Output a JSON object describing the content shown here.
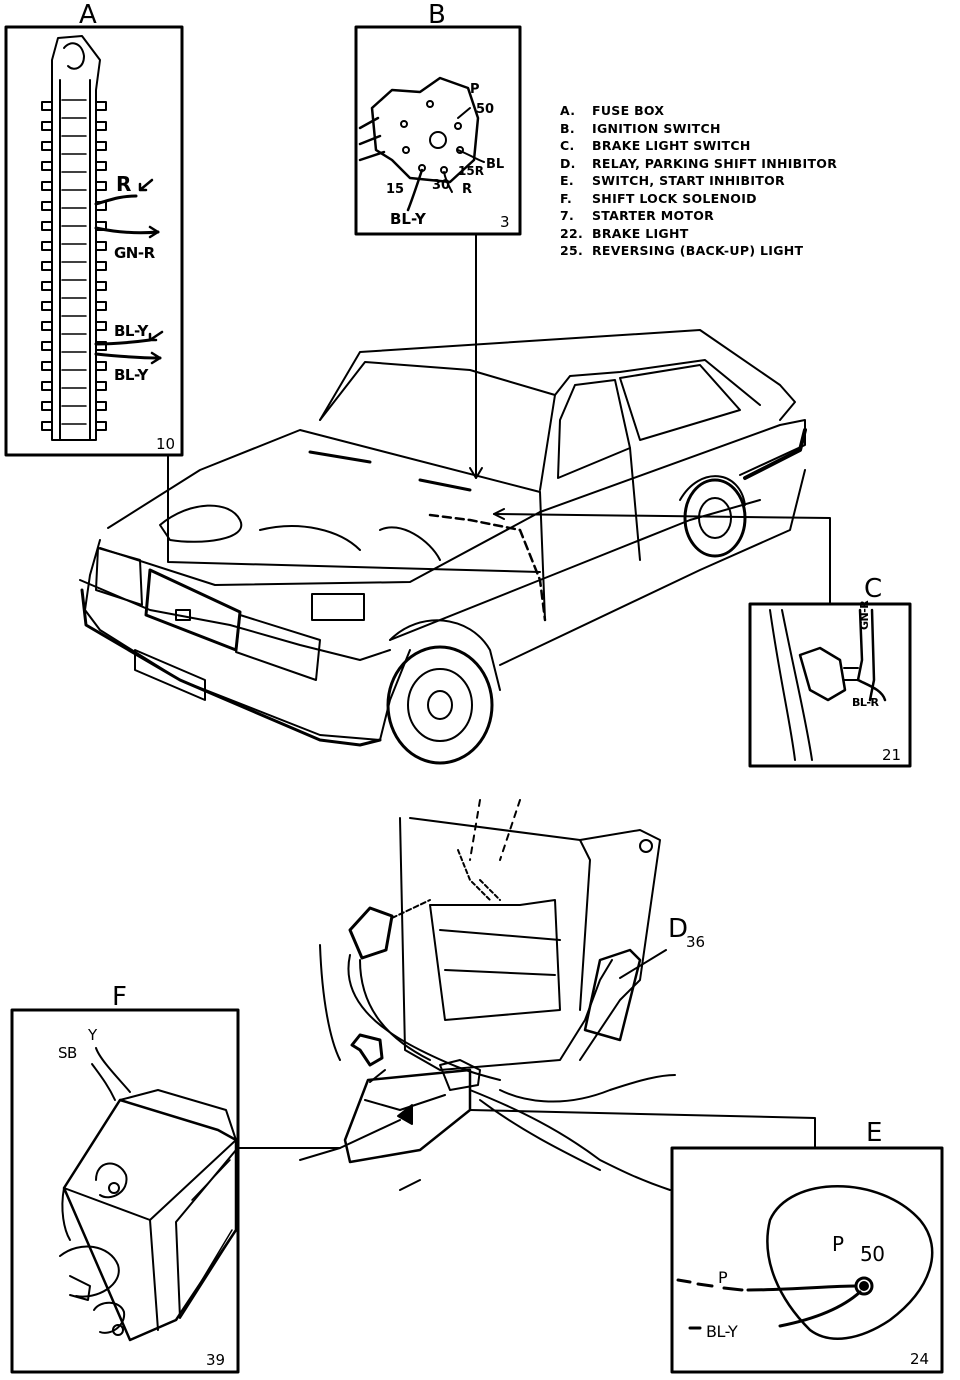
{
  "panels": {
    "A": {
      "letter": "A",
      "number": "10",
      "wires": [
        "R",
        "GN-R",
        "BL-Y",
        "BL-Y"
      ]
    },
    "B": {
      "letter": "B",
      "number": "3",
      "pins": [
        "P",
        "50",
        "BL",
        "15R",
        "R",
        "30",
        "15",
        "BL-Y"
      ]
    },
    "C": {
      "letter": "C",
      "number": "21",
      "wires": [
        "GN-R",
        "BL-R"
      ]
    },
    "D": {
      "letter": "D",
      "number": "36"
    },
    "E": {
      "letter": "E",
      "number": "24",
      "pins": [
        "P",
        "50"
      ],
      "wires": [
        "P",
        "BL-Y"
      ]
    },
    "F": {
      "letter": "F",
      "number": "39",
      "wires": [
        "SB",
        "Y"
      ]
    }
  },
  "legend": [
    {
      "key": "A.",
      "text": "FUSE BOX"
    },
    {
      "key": "B.",
      "text": "IGNITION SWITCH"
    },
    {
      "key": "C.",
      "text": "BRAKE LIGHT SWITCH"
    },
    {
      "key": "D.",
      "text": "RELAY, PARKING SHIFT INHIBITOR"
    },
    {
      "key": "E.",
      "text": "SWITCH, START INHIBITOR"
    },
    {
      "key": "F.",
      "text": "SHIFT LOCK SOLENOID"
    },
    {
      "key": "7.",
      "text": "STARTER MOTOR"
    },
    {
      "key": "22.",
      "text": "BRAKE LIGHT"
    },
    {
      "key": "25.",
      "text": "REVERSING (BACK-UP) LIGHT"
    }
  ]
}
